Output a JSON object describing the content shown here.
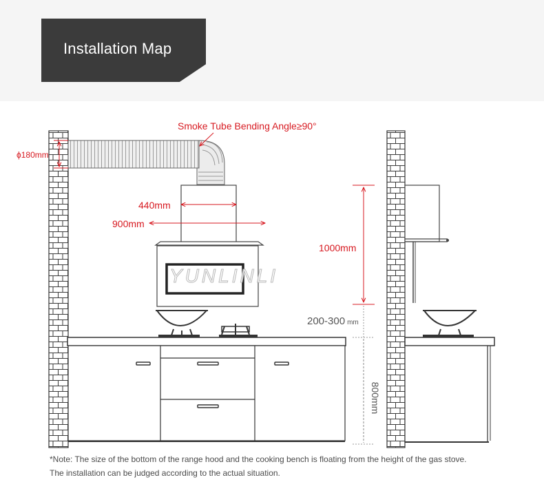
{
  "header": {
    "title": "Installation Map"
  },
  "labels": {
    "smoke_tube": "Smoke Tube Bending Angle≥90°",
    "diameter": "ϕ180mm",
    "hood_width": "440mm",
    "cabinet_width": "900mm",
    "height_1000": "1000mm",
    "gap_value": "200-300",
    "gap_unit": "mm",
    "bench_height": "800mm",
    "watermark": "YUNLINLI"
  },
  "notes": [
    "*Note: The size of the bottom of the range hood and the cooking bench is floating from the height of the gas stove.",
    "The installation can be judged according to the actual situation."
  ],
  "colors": {
    "accent_red": "#d71920",
    "title_bg": "#3b3b3b",
    "line": "#333333"
  }
}
